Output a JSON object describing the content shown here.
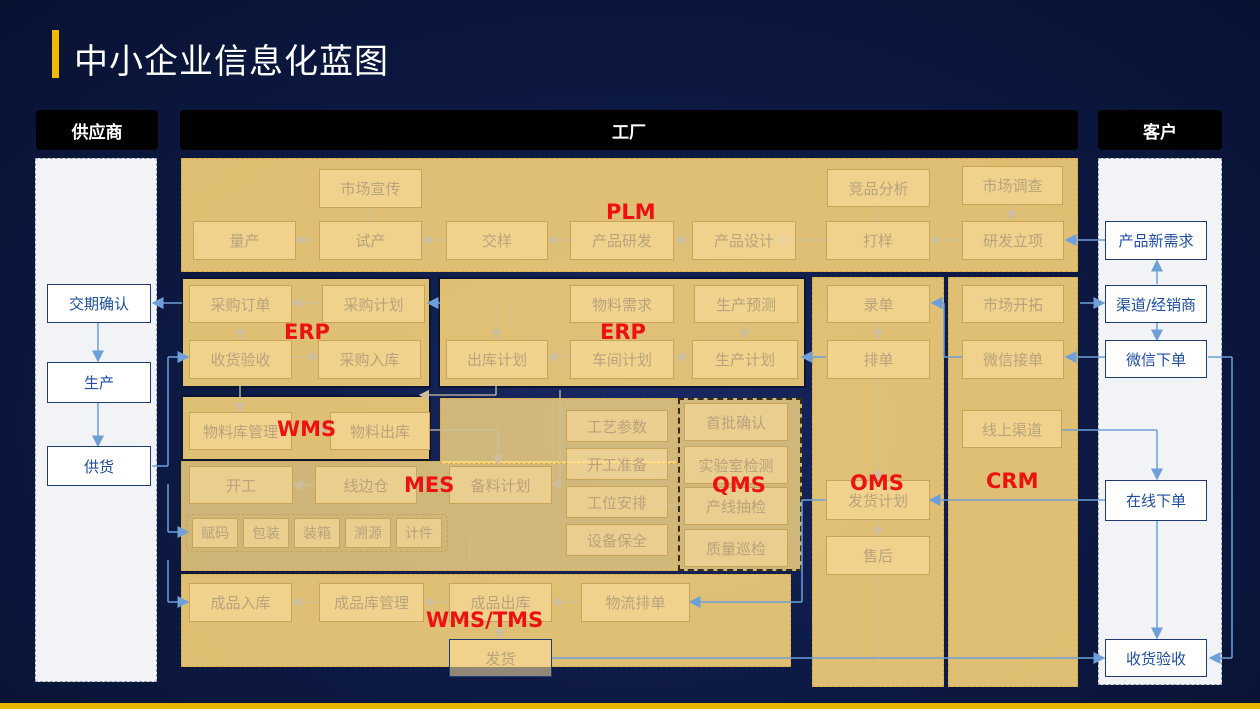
{
  "title": "中小企业信息化蓝图",
  "headers": {
    "supplier": "供应商",
    "factory": "工厂",
    "customer": "客户"
  },
  "labels": {
    "plm": "PLM",
    "erp": "ERP",
    "wms": "WMS",
    "mes": "MES",
    "qms": "QMS",
    "oms": "OMS",
    "crm": "CRM",
    "wmstms": "WMS/TMS"
  },
  "supplier": [
    "交期确认",
    "生产",
    "供货"
  ],
  "customer": [
    "产品新需求",
    "渠道/经销商",
    "微信下单",
    "在线下单",
    "收货验收"
  ],
  "plm": {
    "market_promo": "市场宣传",
    "competitor": "竞品分析",
    "market_research": "市场调查",
    "mass": "量产",
    "trial": "试产",
    "sample": "交样",
    "rnd": "产品研发",
    "design": "产品设计",
    "proto": "打样",
    "project": "研发立项"
  },
  "erp1": {
    "po": "采购订单",
    "plan": "采购计划",
    "receive": "收货验收",
    "in": "采购入库"
  },
  "erp2": {
    "mrp": "物料需求",
    "forecast": "生产预测",
    "out_plan": "出库计划",
    "shop_plan": "车间计划",
    "prod_plan": "生产计划"
  },
  "wms": {
    "store": "物料库管理",
    "out": "物料出库"
  },
  "mes": {
    "process": "工艺参数",
    "prep": "开工准备",
    "station": "工位安排",
    "maint": "设备保全",
    "start": "开工",
    "line": "线边仓",
    "material": "备料计划",
    "chain": [
      "赋码",
      "包装",
      "装箱",
      "溯源",
      "计件"
    ]
  },
  "qms": [
    "首批确认",
    "实验室检测",
    "产线抽检",
    "质量巡检"
  ],
  "oms": {
    "entry": "录单",
    "schedule": "排单",
    "ship": "发货计划",
    "after": "售后"
  },
  "crm": {
    "expand": "市场开拓",
    "wechat": "微信接单",
    "online": "线上渠道"
  },
  "wmstms": {
    "fg_in": "成品入库",
    "fg_mgmt": "成品库管理",
    "fg_out": "成品出库",
    "logistics": "物流排单",
    "deliver": "发货"
  },
  "colors": {
    "accent": "#f5b800",
    "label": "#ee1111",
    "region": "#fcd67a",
    "blue": "#1f4fa0"
  }
}
